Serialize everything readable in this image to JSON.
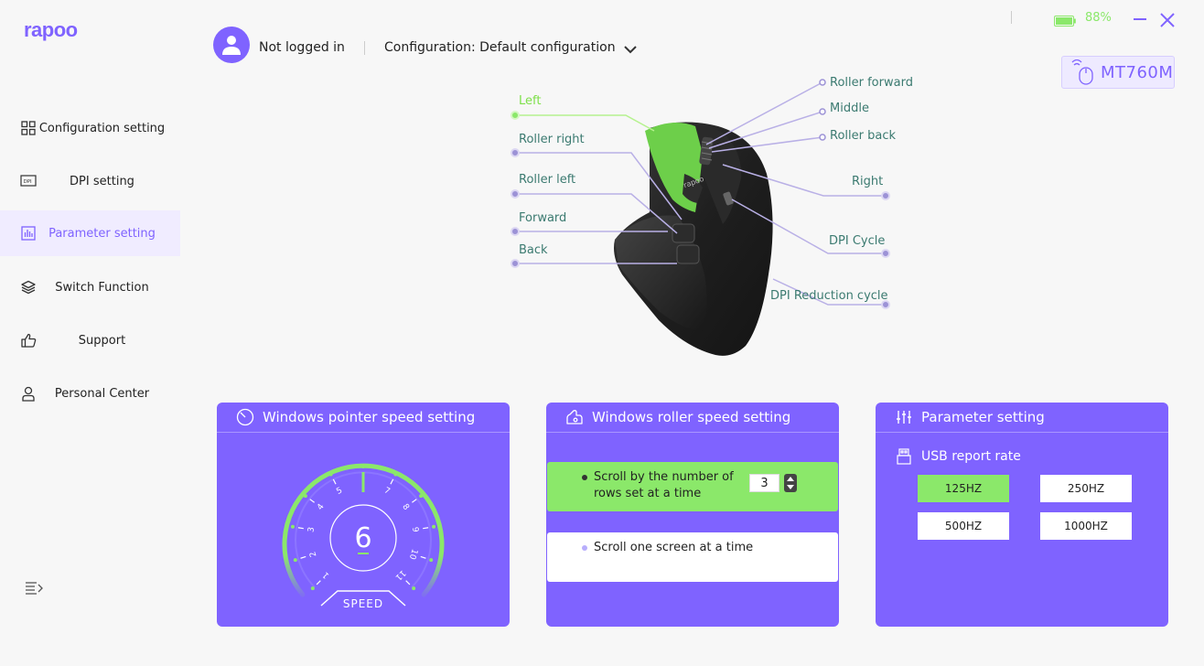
{
  "app": {
    "logo": "rapoo"
  },
  "sidebar": {
    "items": [
      {
        "label": "Configuration setting",
        "icon": "grid-icon"
      },
      {
        "label": "DPI setting",
        "icon": "dpi-icon"
      },
      {
        "label": "Parameter setting",
        "icon": "chart-icon",
        "active": true
      },
      {
        "label": "Switch Function",
        "icon": "layers-icon"
      },
      {
        "label": "Support",
        "icon": "thumbs-up-icon"
      },
      {
        "label": "Personal Center",
        "icon": "person-icon"
      }
    ]
  },
  "header": {
    "login_status": "Not logged in",
    "configuration": "Configuration: Default configuration",
    "battery": "88%",
    "device_model": "MT760M"
  },
  "mouse_buttons": {
    "left": "Left",
    "roller_right": "Roller right",
    "roller_left": "Roller left",
    "forward": "Forward",
    "back": "Back",
    "roller_forward": "Roller forward",
    "middle": "Middle",
    "roller_back": "Roller back",
    "right": "Right",
    "dpi_cycle": "DPI Cycle",
    "dpi_reduction": "DPI Reduction cycle",
    "mouse_logo": "rapoo"
  },
  "pointer_panel": {
    "title": "Windows pointer speed setting",
    "value": "6",
    "label": "SPEED",
    "ticks": [
      "1",
      "2",
      "3",
      "4",
      "5",
      "6",
      "7",
      "8",
      "9",
      "10",
      "11"
    ]
  },
  "roller_panel": {
    "title": "Windows roller speed setting",
    "option1_line1": "Scroll by the number of",
    "option1_line2": "rows set at a time",
    "rows_value": "3",
    "option2": "Scroll one screen at a time"
  },
  "param_panel": {
    "title": "Parameter setting",
    "usb_label": "USB report rate",
    "rates": [
      "125HZ",
      "250HZ",
      "500HZ",
      "1000HZ"
    ],
    "selected": "125HZ"
  },
  "colors": {
    "accent": "#7f63ff",
    "highlight": "#8be86a",
    "label_teal": "#3b7a70"
  }
}
